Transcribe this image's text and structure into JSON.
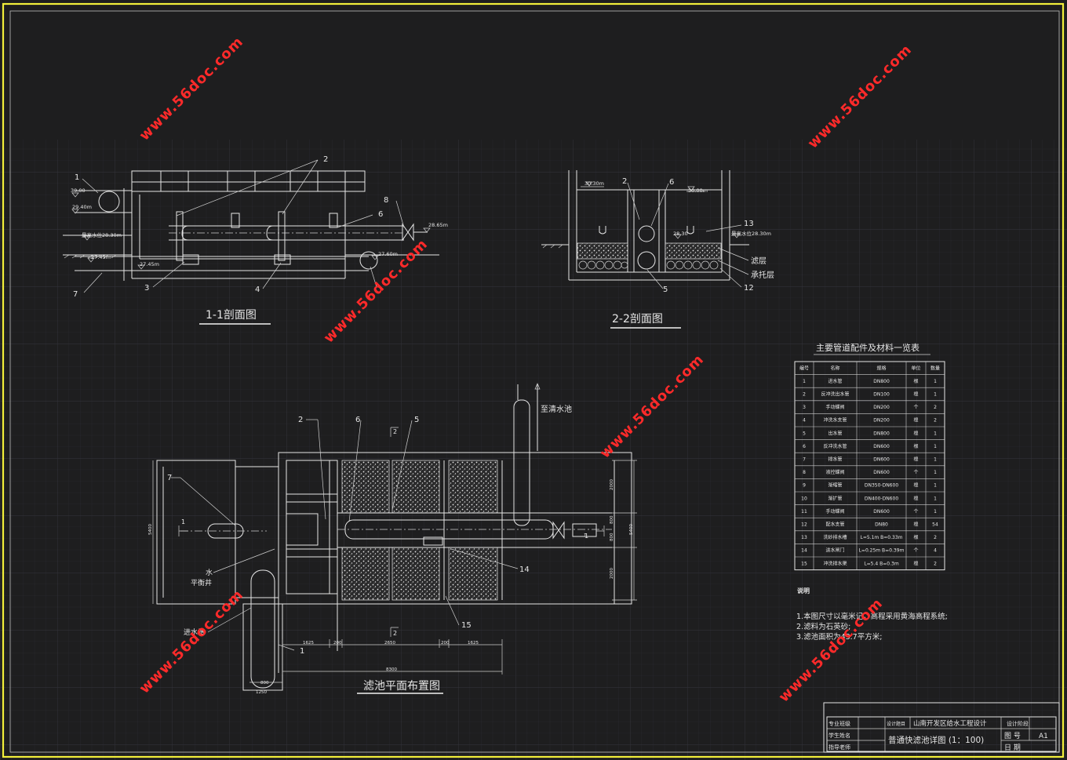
{
  "colors": {
    "background": "#1e1e1f",
    "grid": "#2c2c33",
    "frame": "#f2ef3a",
    "lines": "#e6e6e6",
    "watermark": "#ff2a2a"
  },
  "watermarks": [
    "www.56doc.com",
    "www.56doc.com",
    "www.56doc.com",
    "www.56doc.com",
    "www.56doc.com",
    "www.56doc.com"
  ],
  "section11": {
    "title": "1-1剖面图",
    "callouts": [
      "1",
      "2",
      "3",
      "4",
      "6",
      "7",
      "8"
    ],
    "elevations": [
      "30.00",
      "29.40m",
      "最高水位28.30m",
      "27.45m",
      "27.45m",
      "28.65m",
      "27.60m"
    ]
  },
  "section22": {
    "title": "2-2剖面图",
    "callouts": [
      "2",
      "6",
      "13",
      "5",
      "12"
    ],
    "elevations": [
      "30.30m",
      "30.00m",
      "28.30",
      "最高水位28.30m"
    ],
    "layers": [
      "滤层",
      "承托层"
    ]
  },
  "plan": {
    "title": "滤池平面布置图",
    "callouts": [
      "2",
      "6",
      "5",
      "7",
      "14",
      "15",
      "1"
    ],
    "to_clear_well": "至清水池",
    "balance_well": [
      "水",
      "平衡井"
    ],
    "inlet_well": "进水槽",
    "section_marks": [
      "1",
      "1",
      "2",
      "2"
    ],
    "dimensions": [
      "5400",
      "5400",
      "2000",
      "800",
      "800",
      "2000",
      "1625",
      "200",
      "2650",
      "200",
      "1625",
      "8300",
      "1250",
      "800",
      "1"
    ]
  },
  "table": {
    "title": "主要管道配件及材料一览表",
    "headers": [
      "编号",
      "名称",
      "规格",
      "单位",
      "数量"
    ],
    "rows": [
      [
        "1",
        "进水管",
        "DN800",
        "根",
        "1"
      ],
      [
        "2",
        "反冲洗出水管",
        "DN100",
        "根",
        "1"
      ],
      [
        "3",
        "手动蝶阀",
        "DN200",
        "个",
        "2"
      ],
      [
        "4",
        "冲洗水支管",
        "DN200",
        "根",
        "2"
      ],
      [
        "5",
        "出水管",
        "DN800",
        "根",
        "1"
      ],
      [
        "6",
        "反冲洗水管",
        "DN600",
        "根",
        "1"
      ],
      [
        "7",
        "排水管",
        "DN600",
        "根",
        "1"
      ],
      [
        "8",
        "液控蝶阀",
        "DN600",
        "个",
        "1"
      ],
      [
        "9",
        "渐缩管",
        "DN350-DN600",
        "根",
        "1"
      ],
      [
        "10",
        "渐扩管",
        "DN400-DN600",
        "根",
        "1"
      ],
      [
        "11",
        "手动蝶阀",
        "DN600",
        "个",
        "1"
      ],
      [
        "12",
        "配水支管",
        "DN80",
        "根",
        "54"
      ],
      [
        "13",
        "洗砂排水槽",
        "L=5.1m B=0.33m",
        "根",
        "2"
      ],
      [
        "14",
        "进水闸门",
        "L=0.25m B=0.39m",
        "个",
        "4"
      ],
      [
        "15",
        "冲洗排水渠",
        "L=5.4 B=0.3m",
        "根",
        "2"
      ]
    ]
  },
  "notes": {
    "title": "说明",
    "lines": [
      "1.本图尺寸以毫米记，高程采用黄海高程系统;",
      "2.滤料为石英砂;",
      "3.滤池面积为43.7平方米;"
    ]
  },
  "title_block": {
    "left_labels": [
      "专业班级",
      "学生姓名",
      "指导老师"
    ],
    "design_label": "设计题目",
    "project": "山南开发区给水工程设计",
    "drawing_title": "普通快滤池详图 (1：100)",
    "stage_label": "设计阶段",
    "sheet_label": "图  号",
    "sheet_value": "A1",
    "date_label": "日  期"
  }
}
